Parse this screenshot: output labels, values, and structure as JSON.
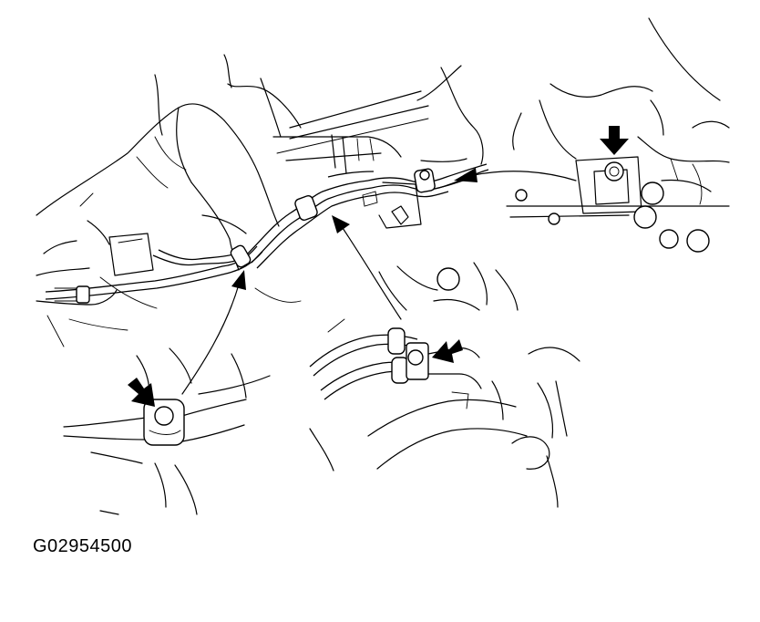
{
  "figure": {
    "code": "G02954500"
  },
  "colors": {
    "line": "#000000",
    "background": "#ffffff"
  },
  "callouts": [
    {
      "name": "right-bracket-detail",
      "icon": "arrow-pointer-icon"
    },
    {
      "name": "center-clamp-detail",
      "icon": "arrow-pointer-icon"
    },
    {
      "name": "left-clamp-detail",
      "icon": "arrow-pointer-icon"
    }
  ]
}
